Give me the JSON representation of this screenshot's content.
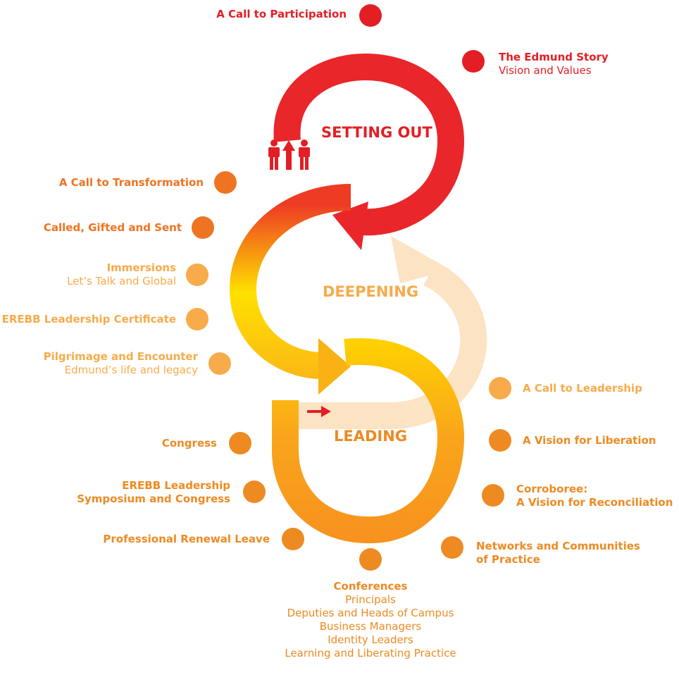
{
  "stages": {
    "setting_out": "SETTING OUT",
    "deepening": "DEEPENING",
    "leading": "LEADING"
  },
  "labels": {
    "call_participation": {
      "title": "A Call to Participation"
    },
    "edmund_story": {
      "title": "The Edmund Story",
      "sub": "Vision and Values"
    },
    "call_transformation": {
      "title": "A Call to Transformation"
    },
    "called_gifted_sent": {
      "title": "Called, Gifted and Sent"
    },
    "immersions": {
      "title": "Immersions",
      "sub": "Let’s Talk and Global"
    },
    "erebb_certificate": {
      "title": "EREBB Leadership Certificate"
    },
    "pilgrimage": {
      "title": "Pilgrimage and Encounter",
      "sub": "Edmund’s life and legacy"
    },
    "call_leadership": {
      "title": "A Call to Leadership"
    },
    "vision_liberation": {
      "title": "A Vision for Liberation"
    },
    "corroboree": {
      "title": "Corroboree:",
      "title2": "A Vision for Reconciliation"
    },
    "networks": {
      "title": "Networks and Communities",
      "title2": "of Practice"
    },
    "congress": {
      "title": "Congress"
    },
    "erebb_symposium": {
      "title": "EREBB Leadership",
      "title2": "Symposium and Congress"
    },
    "renewal_leave": {
      "title": "Professional Renewal Leave"
    },
    "conferences": {
      "title": "Conferences",
      "lines": [
        "Principals",
        "Deputies and Heads of Campus",
        "Business Managers",
        "Identity Leaders",
        "Learning and Liberating Practice"
      ]
    }
  },
  "colors": {
    "red": "#e31e24",
    "dark_orange": "#ee7422",
    "orange": "#f39226",
    "light_orange": "#f7ab4a",
    "yellow": "#ffe100",
    "pale": "#fbe3c3"
  }
}
